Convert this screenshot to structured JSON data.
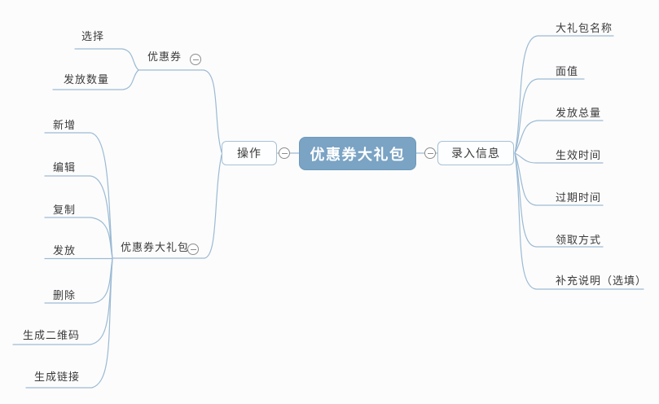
{
  "mindmap": {
    "root": {
      "label": "优惠券大礼包"
    },
    "left_branch": {
      "label": "操作",
      "children": [
        {
          "label": "优惠券",
          "children": [
            {
              "label": "选择"
            },
            {
              "label": "发放数量"
            }
          ]
        },
        {
          "label": "优惠券大礼包",
          "children": [
            {
              "label": "新增"
            },
            {
              "label": "编辑"
            },
            {
              "label": "复制"
            },
            {
              "label": "发放"
            },
            {
              "label": "删除"
            },
            {
              "label": "生成二维码"
            },
            {
              "label": "生成链接"
            }
          ]
        }
      ]
    },
    "right_branch": {
      "label": "录入信息",
      "children": [
        {
          "label": "大礼包名称"
        },
        {
          "label": "面值"
        },
        {
          "label": "发放总量"
        },
        {
          "label": "生效时间"
        },
        {
          "label": "过期时间"
        },
        {
          "label": "领取方式"
        },
        {
          "label": "补充说明（选填）"
        }
      ]
    }
  },
  "colors": {
    "canvas_bg": "#fcfcfc",
    "root_bg": "#7aa3c4",
    "root_text": "#ffffff",
    "line": "#9bbad4",
    "node_border": "#a6c1d6",
    "text": "#3a3a3a",
    "collapse": "#8d8d8d"
  }
}
